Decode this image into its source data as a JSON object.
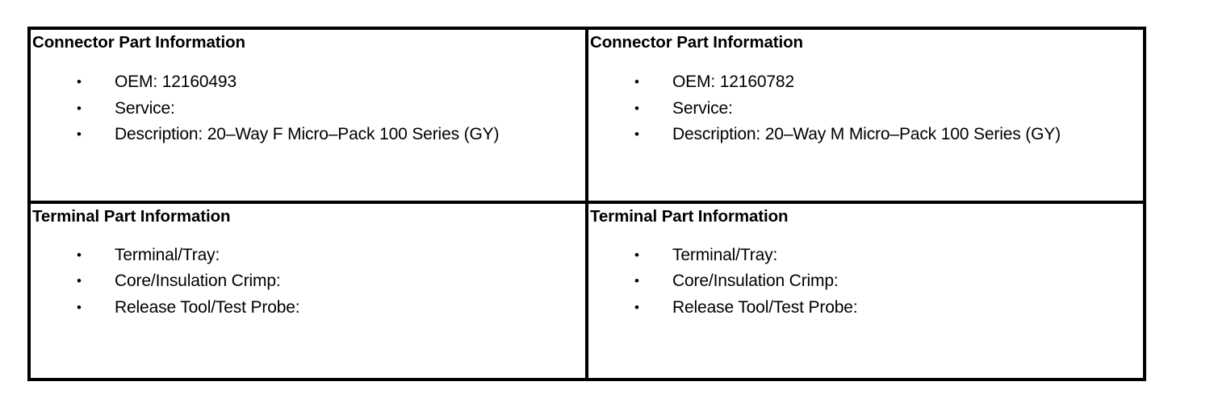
{
  "document": {
    "type": "connector-terminal-part-information-table",
    "columns": 2,
    "rows": 2,
    "border_color": "#000000",
    "background_color": "#ffffff",
    "bullet_glyph": "•"
  },
  "cells": {
    "left_connector": {
      "heading": "Connector Part Information",
      "items": [
        "OEM: 12160493",
        "Service:",
        "Description: 20–Way F Micro–Pack 100 Series (GY)"
      ]
    },
    "right_connector": {
      "heading": "Connector Part Information",
      "items": [
        "OEM: 12160782",
        "Service:",
        "Description: 20–Way M Micro–Pack 100 Series (GY)"
      ]
    },
    "left_terminal": {
      "heading": "Terminal Part Information",
      "items": [
        "Terminal/Tray:",
        "Core/Insulation Crimp:",
        "Release Tool/Test Probe:"
      ]
    },
    "right_terminal": {
      "heading": "Terminal Part Information",
      "items": [
        "Terminal/Tray:",
        "Core/Insulation Crimp:",
        "Release Tool/Test Probe:"
      ]
    }
  }
}
